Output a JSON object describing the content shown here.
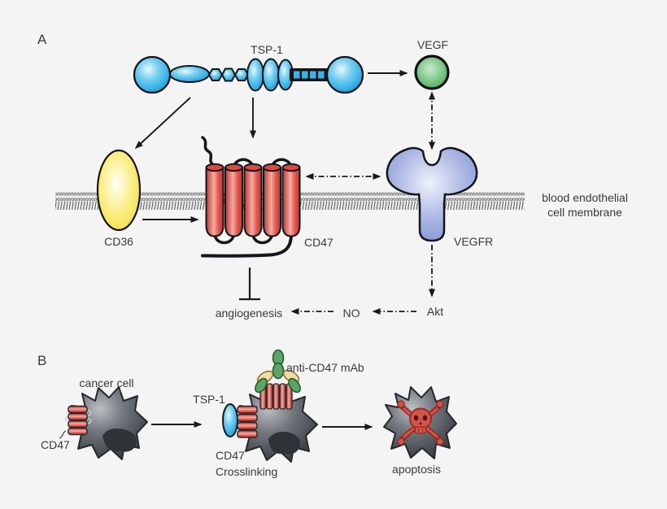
{
  "figure": {
    "type": "pathway-diagram",
    "description": "TSP-1 / CD47 signaling in blood endothelial cells (A) and anti-CD47 mAb induced apoptosis of cancer cells (B)"
  },
  "panel_a": {
    "label": "A",
    "tsp1_label": "TSP-1",
    "vegf_label": "VEGF",
    "cd36_label": "CD36",
    "cd47_label": "CD47",
    "vegfr_label": "VEGFR",
    "membrane_label_line1": "blood endothelial",
    "membrane_label_line2": "cell membrane",
    "angiogenesis_label": "angiogenesis",
    "no_label": "NO",
    "akt_label": "Akt",
    "relations": [
      "TSP-1 -> VEGF (solid arrow)",
      "TSP-1 -> CD36 (solid arrow)",
      "TSP-1 -> CD47 (solid arrow)",
      "CD36 -> CD47 (solid arrow)",
      "CD47 <-> VEGFR (dash-dot double arrow)",
      "VEGF <-> VEGFR (dash-dot double arrow)",
      "VEGFR -> Akt -> NO -> angiogenesis (dash-dot arrows)",
      "CD47 -| angiogenesis (inhibition bar)"
    ]
  },
  "panel_b": {
    "label": "B",
    "cancer_cell_label": "cancer cell",
    "cd47_label": "CD47",
    "tsp1_label": "TSP-1",
    "anti_cd47_mab_label": "anti-CD47 mAb",
    "crosslinking_line1": "CD47",
    "crosslinking_line2": "Crosslinking",
    "apoptosis_label": "apoptosis",
    "relations": [
      "cancer cell with CD47 -> TSP-1 / anti-CD47 mAb CD47 crosslinking -> apoptosis"
    ]
  },
  "colors": {
    "background": "#f5f4f5",
    "outline": "#1a1a1a",
    "text": "#3a3a3a",
    "membrane_line": "#555555",
    "blue": {
      "hi": "#eaf8fe",
      "mid": "#7fd2f2",
      "main": "#2aabe2",
      "edge": "#1b8fc7"
    },
    "green": {
      "hi": "#c9e9cd",
      "main": "#67bd74",
      "edge": "#4da25c"
    },
    "yellow": {
      "hi": "#fffef4",
      "main": "#f9ea6d",
      "edge": "#f0d945"
    },
    "red": {
      "hi": "#f6aba3",
      "main": "#e65a50",
      "edge": "#b23a33"
    },
    "vegfr": {
      "hi": "#eff1fa",
      "main": "#a9b5e3",
      "edge": "#7e90d1"
    },
    "cell": {
      "hi": "#bcc0c5",
      "mid": "#74797f",
      "main": "#4a4f55",
      "edge": "#34383e"
    },
    "nucleus": "#2f3338",
    "antibody_green": "#5ca566",
    "antibody_green_edge": "#235c2c",
    "antibody_tan": "#f1dba6",
    "antibody_tan_edge": "#8d7439",
    "skull": "#d0554c",
    "skull_edge": "#9c2c26"
  }
}
